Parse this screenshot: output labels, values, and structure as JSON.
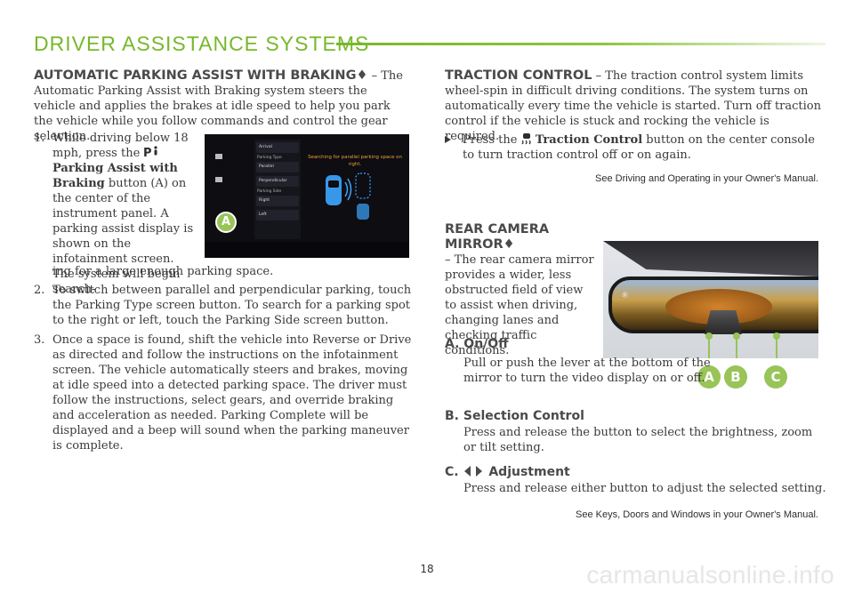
{
  "header": {
    "title": "DRIVER ASSISTANCE SYSTEMS"
  },
  "parking": {
    "heading": "AUTOMATIC PARKING ASSIST WITH BRAKING♦",
    "intro": " – The Automatic Parking Assist with Braking system steers the vehicle and applies the brakes at idle speed to help you park the vehicle while you follow commands and control the gear selection.",
    "step1_num": "1.",
    "step1_a": "While driving below 18 mph, press the ",
    "step1_bold": "Parking Assist with Braking",
    "step1_b": " button (A) on the center of the instrument panel. A parking assist display is shown on the infotainment screen. The system will begin search-",
    "step1_c": "ing for a large enough parking space.",
    "step2_num": "2.",
    "step2": "To switch between parallel and perpendicular parking, touch the Parking Type screen button. To search for a parking spot to the right or left, touch the Parking Side screen button.",
    "step3_num": "3.",
    "step3": "Once a space is found, shift the vehicle into Reverse or Drive as directed and follow the instructions on the infotainment screen. The vehicle automatically steers and brakes, moving at idle speed into a detected parking space. The driver must follow the instructions, select gears, and override braking and acceleration as needed. Parking Complete will be displayed and a beep will sound when the parking maneuver is complete.",
    "icon": "parking-assist-icon",
    "screen": {
      "arrival": "Arrival",
      "type_label": "Parking Type",
      "parallel": "Parallel",
      "perpendicular": "Perpendicular",
      "side_label": "Parking Side",
      "right": "Right",
      "left": "Left",
      "message": "Searching for parallel parking space on right."
    },
    "callout": "A"
  },
  "traction": {
    "heading": "TRACTION CONTROL",
    "intro": " – The traction control system limits wheel-spin in difficult driving conditions. The system turns on automatically every time the vehicle is started. Turn off traction control if the vehicle is stuck and rocking the vehicle is required.",
    "bullet_a": "Press the ",
    "bullet_bold": "Traction Control",
    "bullet_b": " button on the center console to turn traction control off or on again.",
    "icon": "traction-control-icon",
    "see": "See Driving and Operating in your Owner's Manual."
  },
  "mirror": {
    "heading": "REAR CAMERA MIRROR♦",
    "intro": "– The rear camera mirror provides a wider, less obstructed field of view to assist when driving, changing lanes and checking traffic conditions.",
    "items": [
      {
        "label": "A.",
        "title": "On/Off",
        "desc": "Pull or push the lever at the bottom of the mirror to turn the video display on or off."
      },
      {
        "label": "B.",
        "title": "Selection Control",
        "desc": "Press and release the button to select the brightness, zoom or tilt setting."
      },
      {
        "label": "C.",
        "title": "Adjustment",
        "desc": "Press and release either button to adjust the selected setting."
      }
    ],
    "callouts": [
      "A",
      "B",
      "C"
    ],
    "see": "See Keys, Doors and Windows in your Owner's Manual."
  },
  "page_number": "18",
  "watermark": "carmanualsonline.info",
  "colors": {
    "accent": "#77b82a",
    "callout": "#98c458"
  }
}
